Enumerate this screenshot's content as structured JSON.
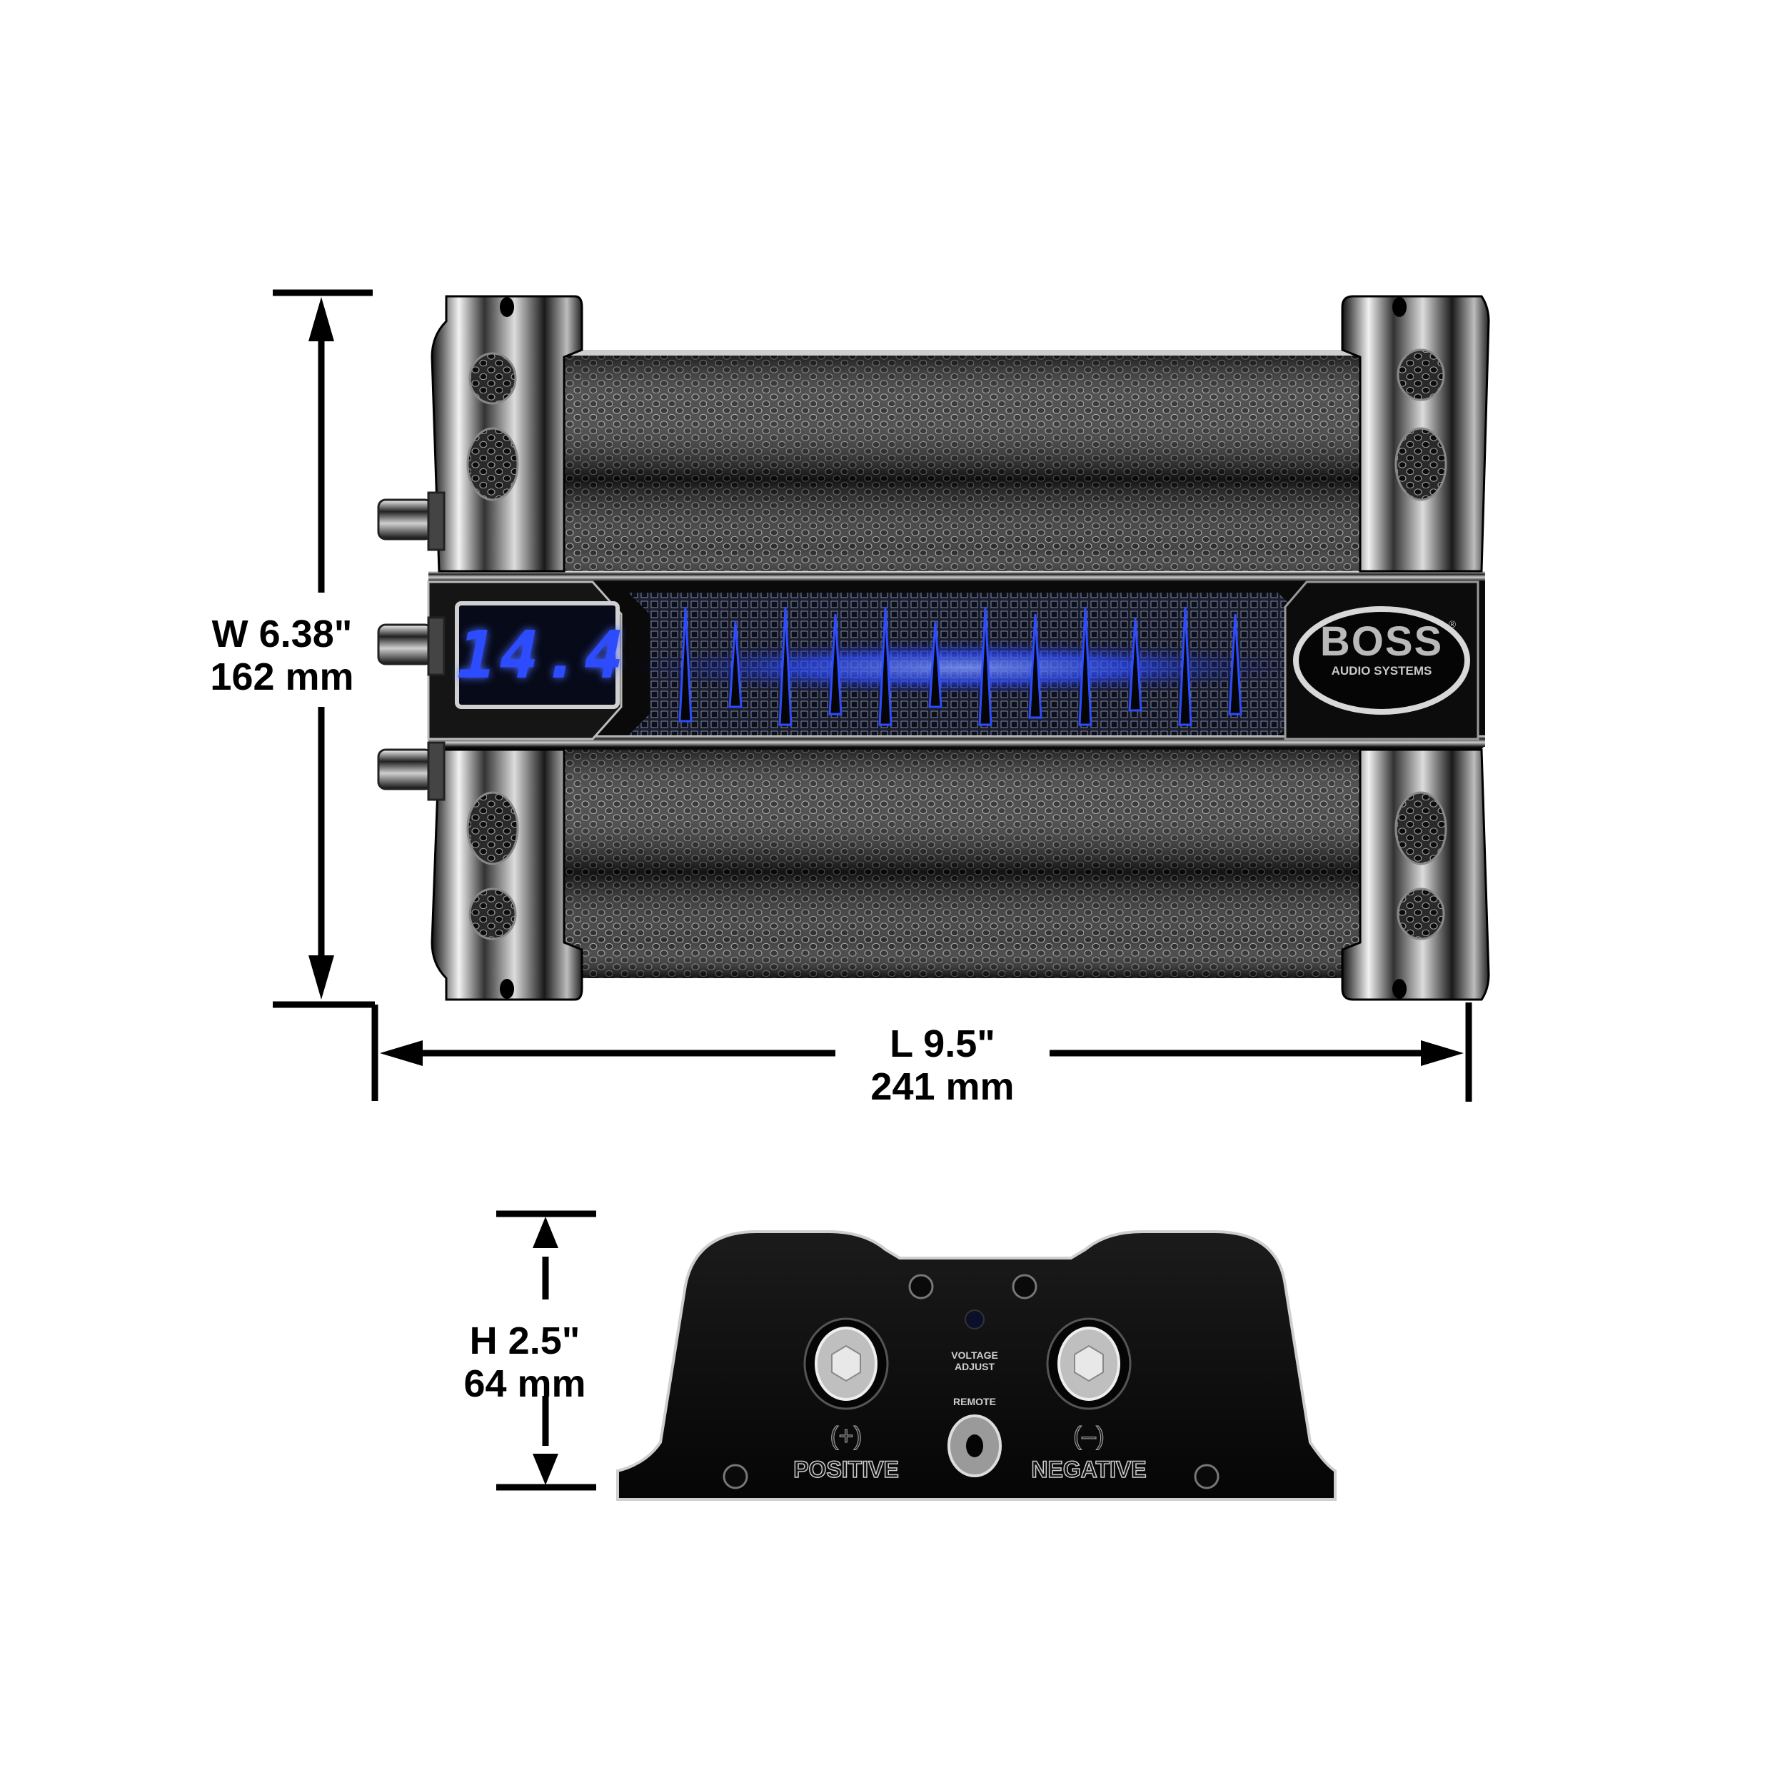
{
  "product": {
    "brand_logo": {
      "name": "BOSS",
      "subtitle": "AUDIO SYSTEMS",
      "registered_mark": "®"
    },
    "voltmeter_display": "14.4",
    "led_color": "#2d4cff"
  },
  "dimensions": {
    "width": {
      "imperial": "W 6.38\"",
      "metric": "162 mm"
    },
    "length": {
      "imperial": "L 9.5\"",
      "metric": "241 mm"
    },
    "height": {
      "imperial": "H 2.5\"",
      "metric": "64 mm"
    }
  },
  "end_panel": {
    "voltage_adjust_label": [
      "VOLTAGE",
      "ADJUST"
    ],
    "remote_label": "REMOTE",
    "positive_symbol": "(+)",
    "positive_label": "POSITIVE",
    "negative_symbol": "(–)",
    "negative_label": "NEGATIVE"
  },
  "colors": {
    "background": "#ffffff",
    "dimension_lines": "#000000",
    "chrome_light": "#e8e8e8",
    "chrome_dark": "#111111",
    "grille": "#3a3a3a"
  }
}
